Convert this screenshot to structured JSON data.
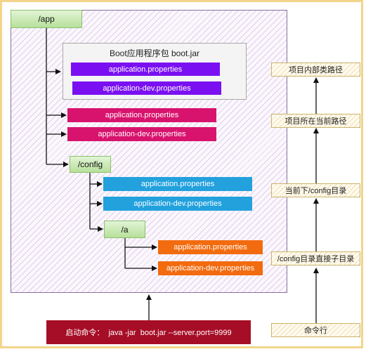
{
  "tree": {
    "app_folder": "/app",
    "boot_jar": {
      "title": "Boot应用程序包   boot.jar",
      "files": [
        "application.properties",
        "application-dev.properties"
      ]
    },
    "app_files": [
      "application.properties",
      "application-dev.properties"
    ],
    "config_folder": "/config",
    "config_files": [
      "application.properties",
      "application-dev.properties"
    ],
    "a_folder": "/a",
    "a_files": [
      "application.properties",
      "application-dev.properties"
    ]
  },
  "command": "启动命令：  java -jar  boot.jar --server.port=9999",
  "legend": {
    "items": [
      "项目内部类路径",
      "项目所在当前路径",
      "当前下/config目录",
      "/config目录直接子目录",
      "命令行"
    ]
  },
  "colors": {
    "frame": "#f2d58a",
    "boot_jar_files": "#7a10f2",
    "app_files": "#d8136e",
    "config_files": "#22a1dd",
    "a_files": "#f26b0e",
    "folder": "#b7e09a",
    "command": "#a60d26"
  }
}
